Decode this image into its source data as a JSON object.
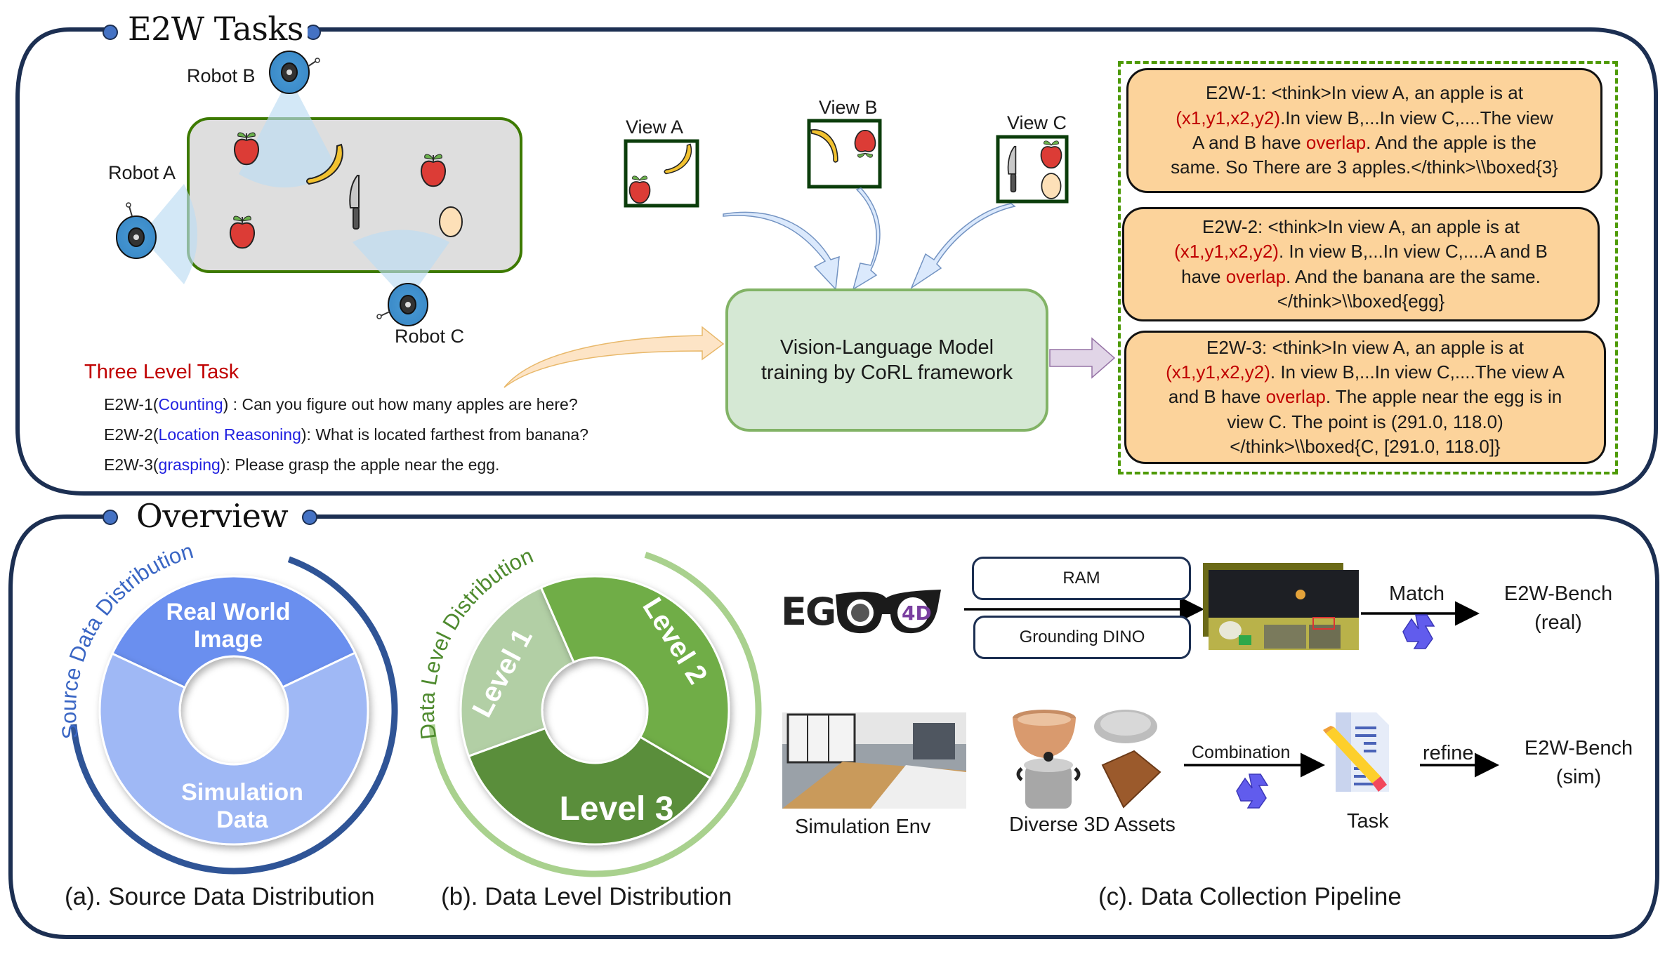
{
  "sections": {
    "tasks_title": "E2W Tasks",
    "overview_title": "Overview"
  },
  "scene": {
    "robots": [
      {
        "id": "A",
        "label": "Robot A"
      },
      {
        "id": "B",
        "label": "Robot B"
      },
      {
        "id": "C",
        "label": "Robot C"
      }
    ],
    "objects": [
      "apple",
      "apple",
      "apple",
      "banana",
      "knife",
      "egg"
    ]
  },
  "views": [
    {
      "label": "View A",
      "objects": [
        "banana",
        "apple"
      ]
    },
    {
      "label": "View B",
      "objects": [
        "banana",
        "apple"
      ]
    },
    {
      "label": "View C",
      "objects": [
        "knife",
        "apple",
        "egg"
      ]
    }
  ],
  "task_list": {
    "heading": "Three Level Task",
    "items": [
      {
        "prefix": "E2W-1(",
        "keyword": "Counting",
        "suffix": ") : Can you figure out how many apples are here?"
      },
      {
        "prefix": "E2W-2(",
        "keyword": "Location Reasoning",
        "suffix": "): What is located farthest from banana?"
      },
      {
        "prefix": "E2W-3(",
        "keyword": "grasping",
        "suffix": "): Please grasp the apple near the egg."
      }
    ]
  },
  "model_box": {
    "line1": "Vision-Language Model",
    "line2": "training by CoRL framework"
  },
  "answers": [
    {
      "l1": "E2W-1: <think>In view A, an apple is at",
      "l2_red": "(x1,y1,x2,y2)",
      "l2": ".In view B,...In view C,....The view",
      "l3a": "A and B have ",
      "l3_red": "overlap",
      "l3b": ". And the apple is the",
      "l4": "same. So There are 3 apples.</think>\\\\boxed{3}"
    },
    {
      "l1": "E2W-2: <think>In view A, an apple is at",
      "l2_red": "(x1,y1,x2,y2)",
      "l2": ". In view B,...In view C,....A and B",
      "l3a": "have ",
      "l3_red": "overlap",
      "l3b": ". And the banana are the same.",
      "l4": "</think>\\\\boxed{egg}"
    },
    {
      "l1": "E2W-3: <think>In view A, an apple is at",
      "l2_red": "(x1,y1,x2,y2)",
      "l2": ". In view B,...In view C,....The view A",
      "l3a": "and B have ",
      "l3_red": "overlap",
      "l3b": ". The apple near the egg is in",
      "l4": "view C. The point is (291.0, 118.0)",
      "l5": "</think>\\\\boxed{C, [291.0, 118.0]}"
    }
  ],
  "chart_data": [
    {
      "type": "pie",
      "title": "Source Data Distribution",
      "donut": true,
      "categories": [
        "Real World Image",
        "Simulation Data"
      ],
      "values": [
        36,
        64
      ],
      "unit": "percent (estimated from slice angles)",
      "colors": [
        "#6a8fef",
        "#9fb8f5"
      ],
      "ring_color": "#2f5496",
      "caption": "(a). Source Data Distribution"
    },
    {
      "type": "pie",
      "title": "Data Level Distribution",
      "donut": true,
      "categories": [
        "Level 1",
        "Level 2",
        "Level 3"
      ],
      "values": [
        24,
        40,
        36
      ],
      "unit": "percent (estimated from slice angles)",
      "colors": [
        "#b2cfa5",
        "#70ad47",
        "#5a8e3a"
      ],
      "ring_color": "#a9d18e",
      "caption": "(b). Data Level Distribution"
    }
  ],
  "pipeline": {
    "source_logo": {
      "text_left": "EG",
      "text_right": "4D"
    },
    "tools": [
      "RAM",
      "Grounding DINO"
    ],
    "match_label": "Match",
    "real_output": {
      "line1": "E2W-Bench",
      "line2": "(real)"
    },
    "sim_env_label": "Simulation Env",
    "assets_label": "Diverse 3D Assets",
    "assets": [
      "bowl",
      "plate",
      "pot",
      "cutting-board"
    ],
    "combination_label": "Combination",
    "task_label": "Task",
    "refine_label": "refine",
    "sim_output": {
      "line1": "E2W-Bench",
      "line2": "(sim)"
    },
    "caption": "(c). Data Collection Pipeline"
  },
  "colors": {
    "frame": "#1c2f52",
    "title_dot": "#4472c4",
    "accent_red": "#c00000",
    "accent_blue": "#1f1fe0",
    "answer_fill": "#fcd39b",
    "model_fill": "#d5e8d4"
  }
}
